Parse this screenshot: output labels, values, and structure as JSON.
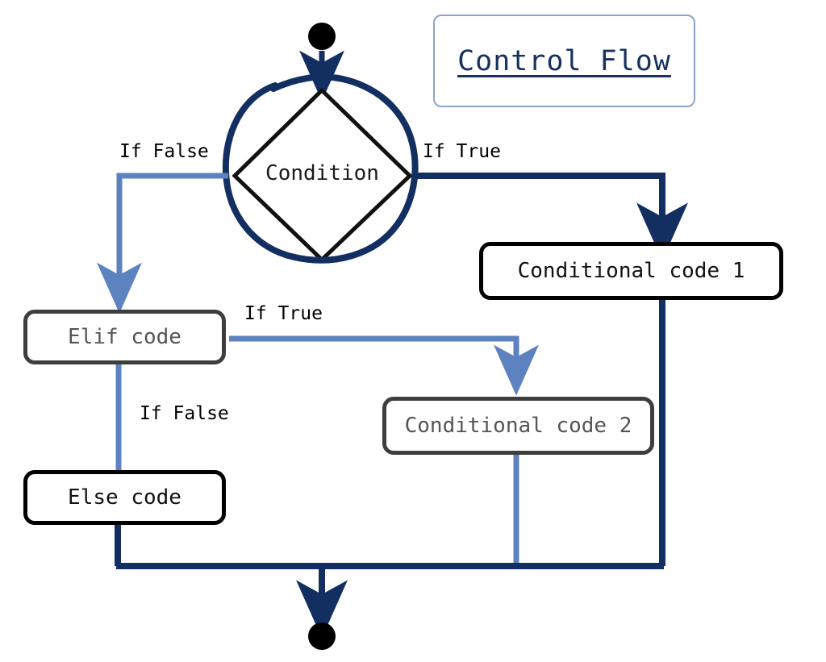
{
  "title": {
    "label": "Control Flow"
  },
  "colors": {
    "navy": "#132F62",
    "blue": "#5C82C0",
    "black": "#000000",
    "gray": "#3E3E3E",
    "gray_text": "#555555",
    "title_border": "#8BA4C8",
    "title_text": "#17315E",
    "background": "#FFFFFF"
  },
  "nodes": {
    "start": {
      "name": "start-node",
      "shape": "filled-circle",
      "label": ""
    },
    "condition": {
      "name": "condition-decision",
      "shape": "diamond",
      "label": "Condition"
    },
    "conditional_code_1": {
      "name": "conditional-code-1",
      "shape": "rounded-rect",
      "label": "Conditional code 1"
    },
    "elif_code": {
      "name": "elif-code",
      "shape": "rounded-rect",
      "label": "Elif code"
    },
    "conditional_code_2": {
      "name": "conditional-code-2",
      "shape": "rounded-rect",
      "label": "Conditional code 2"
    },
    "else_code": {
      "name": "else-code",
      "shape": "rounded-rect",
      "label": "Else code"
    },
    "end": {
      "name": "end-node",
      "shape": "filled-circle",
      "label": ""
    }
  },
  "edge_labels": {
    "condition_false": "If False",
    "condition_true": "If True",
    "elif_true": "If True",
    "elif_false": "If False"
  },
  "annotations": {
    "highlight_circle": "hand-drawn-circle-around-condition"
  }
}
